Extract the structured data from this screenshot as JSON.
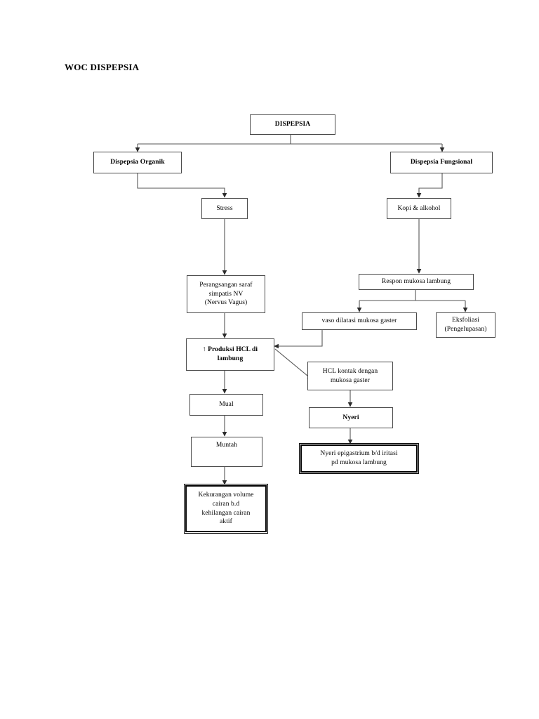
{
  "document": {
    "title": "WOC DISPEPSIA"
  },
  "chart_data": {
    "type": "diagram",
    "diagram_kind": "flowchart",
    "title": "WOC DISPEPSIA",
    "orientation": "top-down",
    "nodes": [
      {
        "id": "dispepsia",
        "label": "DISPEPSIA",
        "bold": true,
        "shape": "rect"
      },
      {
        "id": "organik",
        "label": "Dispepsia Organik",
        "bold": true,
        "shape": "rect"
      },
      {
        "id": "fungsional",
        "label": "Dispepsia Fungsional",
        "bold": true,
        "shape": "rect"
      },
      {
        "id": "stress",
        "label": "Stress",
        "bold": false,
        "shape": "rect"
      },
      {
        "id": "kopi",
        "label": "Kopi & alkohol",
        "bold": false,
        "shape": "rect"
      },
      {
        "id": "perangsangan",
        "label": "Perangsangan saraf simpatis NV (Nervus Vagus)",
        "bold": false,
        "shape": "rect"
      },
      {
        "id": "respon",
        "label": "Respon mukosa lambung",
        "bold": false,
        "shape": "rect"
      },
      {
        "id": "vasodilatasi",
        "label": "vaso dilatasi mukosa gaster",
        "bold": false,
        "shape": "rect"
      },
      {
        "id": "eksfoliasi",
        "label": "Eksfoliasi (Pengelupasan)",
        "bold": false,
        "shape": "rect"
      },
      {
        "id": "produksi_hcl",
        "label": "↑ Produksi HCL di lambung",
        "bold": true,
        "shape": "rect"
      },
      {
        "id": "hcl_kontak",
        "label": "HCL kontak dengan mukosa gaster",
        "bold": false,
        "shape": "rect"
      },
      {
        "id": "mual",
        "label": "Mual",
        "bold": false,
        "shape": "rect"
      },
      {
        "id": "nyeri",
        "label": "Nyeri",
        "bold": true,
        "shape": "rect"
      },
      {
        "id": "muntah",
        "label": "Muntah",
        "bold": false,
        "shape": "rect"
      },
      {
        "id": "dx_nyeri",
        "label": "Nyeri epigastrium b/d iritasi pd mukosa lambung",
        "bold": false,
        "shape": "double-rect"
      },
      {
        "id": "dx_cairan",
        "label": "Kekurangan volume cairan b.d kehilangan cairan aktif",
        "bold": false,
        "shape": "double-rect"
      }
    ],
    "edges": [
      {
        "from": "dispepsia",
        "to": "organik"
      },
      {
        "from": "dispepsia",
        "to": "fungsional"
      },
      {
        "from": "organik",
        "to": "stress"
      },
      {
        "from": "fungsional",
        "to": "kopi"
      },
      {
        "from": "stress",
        "to": "perangsangan"
      },
      {
        "from": "kopi",
        "to": "respon"
      },
      {
        "from": "respon",
        "to": "vasodilatasi"
      },
      {
        "from": "respon",
        "to": "eksfoliasi"
      },
      {
        "from": "perangsangan",
        "to": "produksi_hcl"
      },
      {
        "from": "vasodilatasi",
        "to": "produksi_hcl"
      },
      {
        "from": "vasodilatasi",
        "to": "hcl_kontak"
      },
      {
        "from": "produksi_hcl",
        "to": "mual"
      },
      {
        "from": "hcl_kontak",
        "to": "nyeri"
      },
      {
        "from": "mual",
        "to": "muntah"
      },
      {
        "from": "nyeri",
        "to": "dx_nyeri"
      },
      {
        "from": "muntah",
        "to": "dx_cairan"
      }
    ]
  },
  "nodes": {
    "dispepsia": {
      "line1": "DISPEPSIA"
    },
    "organik": {
      "line1": "Dispepsia Organik"
    },
    "fungsional": {
      "line1": "Dispepsia Fungsional"
    },
    "stress": {
      "line1": "Stress"
    },
    "kopi": {
      "line1": "Kopi & alkohol"
    },
    "perangsangan": {
      "line1": "Perangsangan saraf",
      "line2": "simpatis NV",
      "line3": "(Nervus Vagus)"
    },
    "respon": {
      "line1": "Respon mukosa lambung"
    },
    "vasodilatasi": {
      "line1": "vaso dilatasi mukosa gaster"
    },
    "eksfoliasi": {
      "line1": "Eksfoliasi",
      "line2": "(Pengelupasan)"
    },
    "produksi_hcl": {
      "line1": "↑ Produksi HCL di",
      "line2": "lambung"
    },
    "hcl_kontak": {
      "line1": "HCL kontak dengan",
      "line2": "mukosa gaster"
    },
    "mual": {
      "line1": "Mual"
    },
    "nyeri": {
      "line1": "Nyeri"
    },
    "muntah": {
      "line1": "Muntah"
    },
    "dx_nyeri": {
      "line1": "Nyeri epigastrium b/d iritasi",
      "line2": "pd mukosa lambung"
    },
    "dx_cairan": {
      "line1": "Kekurangan volume",
      "line2": "cairan b.d",
      "line3": "kehilangan cairan",
      "line4": "aktif"
    }
  },
  "colors": {
    "background": "#ffffff",
    "text": "#000000",
    "box_border": "#4a4a4a",
    "diagnosis_border": "#000000",
    "connector": "#555555"
  }
}
